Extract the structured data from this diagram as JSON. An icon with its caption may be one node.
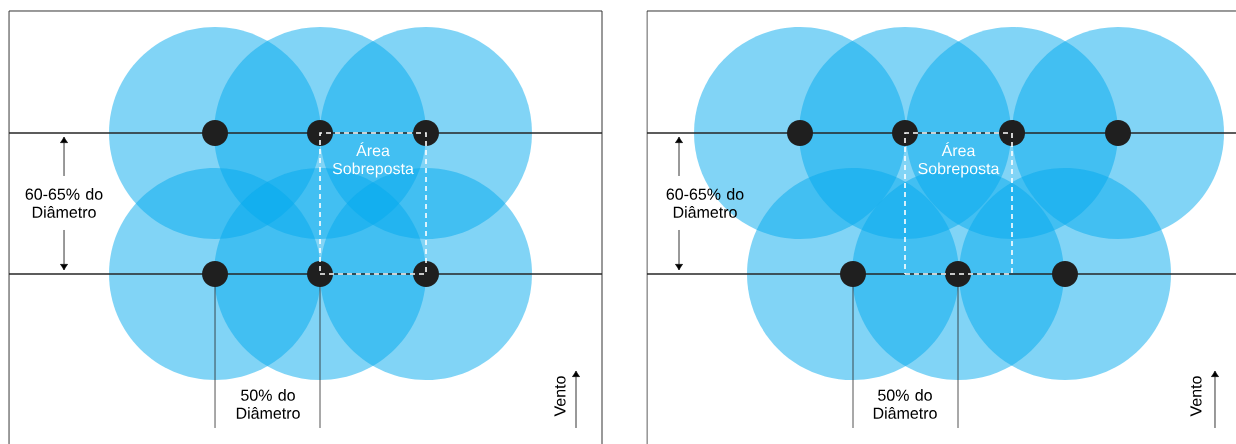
{
  "diagram": {
    "nodes": [
      {
        "text": [
          "Área Sobreposta"
        ]
      },
      {
        "text": [
          "Área Sobreposta"
        ]
      }
    ],
    "labels": [
      "60-65% do Diâmetro",
      "50% do Diâmetro",
      "Vento",
      "60-65% do Diâmetro",
      "50% do Diâmetro",
      "Vento"
    ]
  }
}
